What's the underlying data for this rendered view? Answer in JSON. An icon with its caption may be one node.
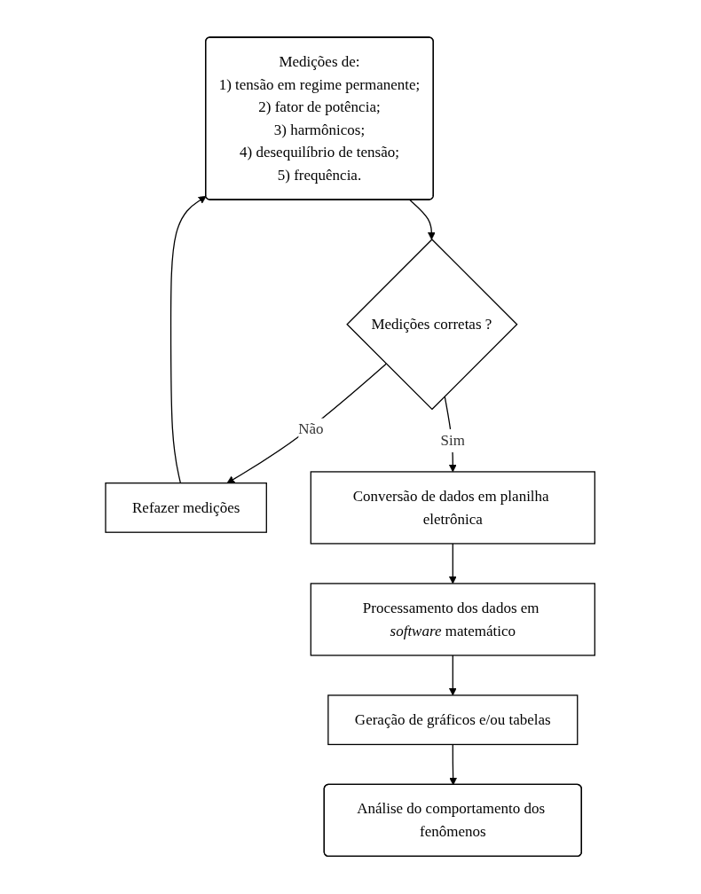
{
  "diagram": {
    "nodes": [
      {
        "text": [
          "Medições de:",
          "1) tensão em regime permanente;",
          "2) fator de potência;",
          "3) harmônicos;",
          "4) desequilíbrio de tensão;",
          "5) frequência."
        ]
      },
      {
        "text": [
          "Medições corretas ?"
        ]
      },
      {
        "text": [
          "Refazer medições"
        ]
      },
      {
        "text": [
          "Conversão de dados em planilha eletrônica"
        ]
      },
      {
        "text": [
          "Processamento dos dados em *software* matemático"
        ]
      },
      {
        "text": [
          "Geração de gráficos e/ou tabelas"
        ]
      },
      {
        "text": [
          "Análise do comportamento dos fenômenos"
        ]
      }
    ],
    "edges": [
      {
        "from": 0,
        "to": 1,
        "arrow": "to"
      },
      {
        "from": 1,
        "to": 2,
        "arrow": "to",
        "label": "Não"
      },
      {
        "from": 2,
        "to": 0,
        "arrow": "to"
      },
      {
        "from": 1,
        "to": 3,
        "arrow": "to",
        "label": "Sim"
      },
      {
        "from": 3,
        "to": 4,
        "arrow": "to"
      },
      {
        "from": 4,
        "to": 5,
        "arrow": "to"
      },
      {
        "from": 5,
        "to": 6,
        "arrow": "to"
      }
    ]
  }
}
